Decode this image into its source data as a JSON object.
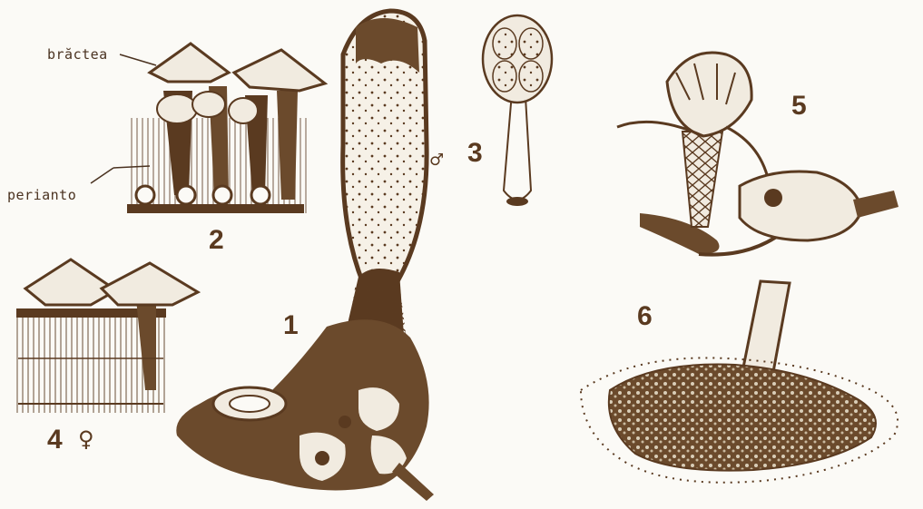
{
  "labels": {
    "bractea": "brăctea",
    "perianto": "perianto"
  },
  "figure_numbers": {
    "n1": "1",
    "n2": "2",
    "n3": "3",
    "n4": "4",
    "n5": "5",
    "n6": "6"
  },
  "symbols": {
    "female": "♀",
    "male": "♂"
  },
  "colors": {
    "ink": "#5a3a20",
    "paper": "#fbfaf6"
  }
}
